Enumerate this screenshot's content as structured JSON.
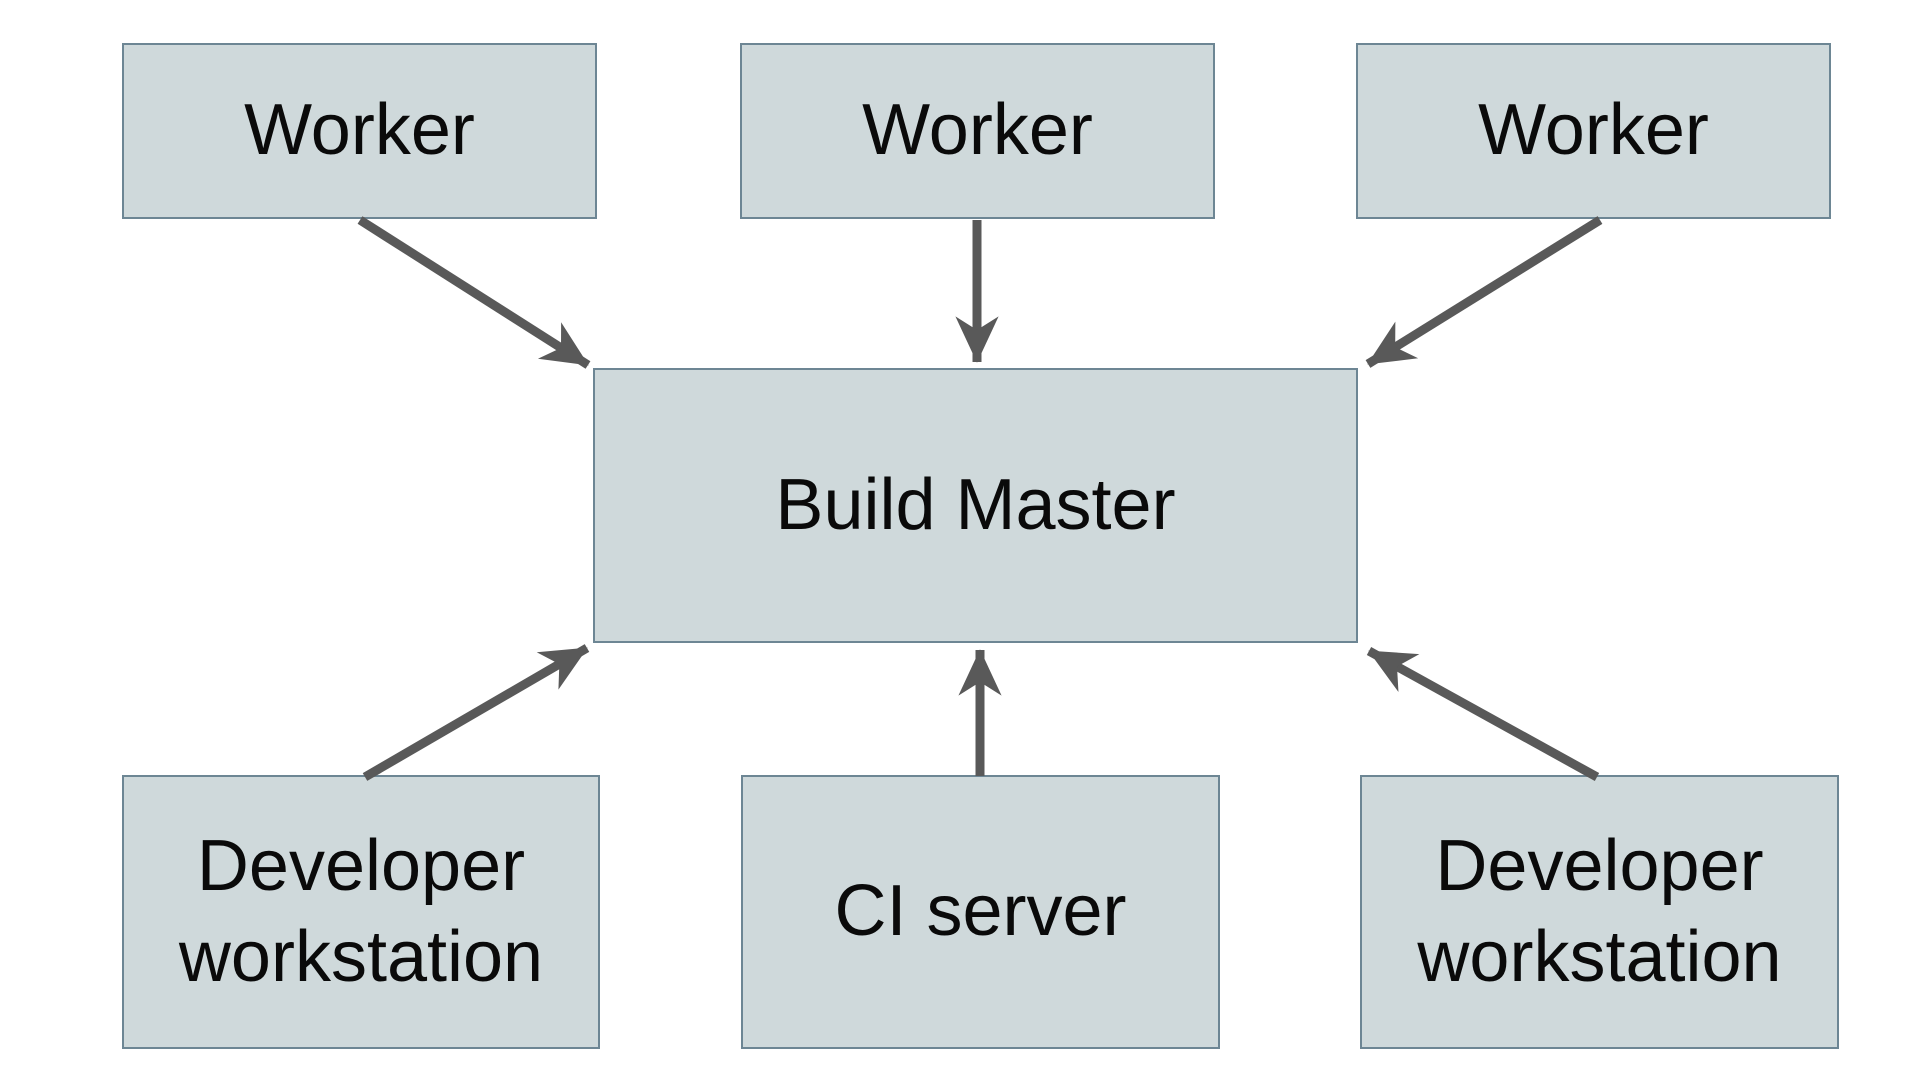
{
  "diagram": {
    "background": "#ffffff",
    "colors": {
      "node_fill": "#cfd9db",
      "node_border": "#6d8694",
      "arrow": "#595959",
      "text": "#0a0a0a"
    },
    "nodes": [
      {
        "id": "worker-1",
        "label": "Worker"
      },
      {
        "id": "worker-2",
        "label": "Worker"
      },
      {
        "id": "worker-3",
        "label": "Worker"
      },
      {
        "id": "build-master",
        "label": "Build Master"
      },
      {
        "id": "developer-workstation-left",
        "label": "Developer workstation"
      },
      {
        "id": "ci-server",
        "label": "CI server"
      },
      {
        "id": "developer-workstation-right",
        "label": "Developer workstation"
      }
    ],
    "edges": [
      {
        "from": "worker-1",
        "to": "build-master"
      },
      {
        "from": "worker-2",
        "to": "build-master"
      },
      {
        "from": "worker-3",
        "to": "build-master"
      },
      {
        "from": "developer-workstation-left",
        "to": "build-master"
      },
      {
        "from": "ci-server",
        "to": "build-master"
      },
      {
        "from": "developer-workstation-right",
        "to": "build-master"
      }
    ]
  }
}
